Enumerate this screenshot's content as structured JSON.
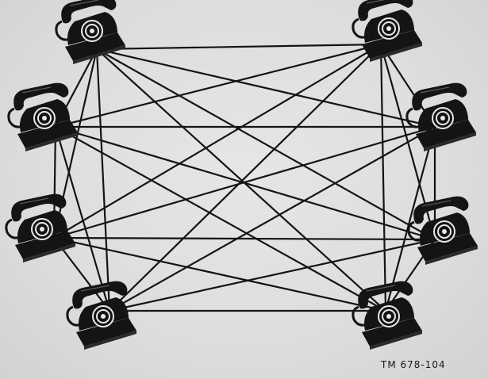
{
  "figure": {
    "code": "TM 678-104",
    "nodes": [
      {
        "id": "top-left",
        "kind": "telephone-icon"
      },
      {
        "id": "top-right",
        "kind": "telephone-icon"
      },
      {
        "id": "upper-left",
        "kind": "telephone-icon"
      },
      {
        "id": "upper-right",
        "kind": "telephone-icon"
      },
      {
        "id": "lower-left",
        "kind": "telephone-icon"
      },
      {
        "id": "lower-right",
        "kind": "telephone-icon"
      },
      {
        "id": "bottom-left",
        "kind": "telephone-icon"
      },
      {
        "id": "bottom-right",
        "kind": "telephone-icon"
      }
    ],
    "connections": "full-mesh",
    "colors": {
      "background": "#dcdcda",
      "ink": "#141414"
    }
  }
}
